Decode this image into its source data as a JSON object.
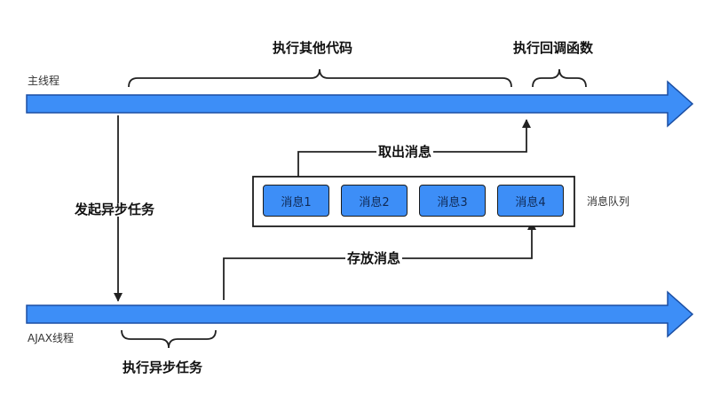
{
  "colors": {
    "thread_fill": "#3d8ef7",
    "thread_stroke": "#1c4fa3",
    "message_fill": "#3d8ef7",
    "line": "#222222",
    "text": "#111111"
  },
  "main_thread": {
    "label": "主线程"
  },
  "ajax_thread": {
    "label": "AJAX线程"
  },
  "labels": {
    "execute_other_code": "执行其他代码",
    "execute_callback": "执行回调函数",
    "start_async_task": "发起异步任务",
    "take_message": "取出消息",
    "store_message": "存放消息",
    "execute_async_task": "执行异步任务"
  },
  "queue": {
    "label": "消息队列",
    "messages": [
      "消息1",
      "消息2",
      "消息3",
      "消息4"
    ]
  }
}
